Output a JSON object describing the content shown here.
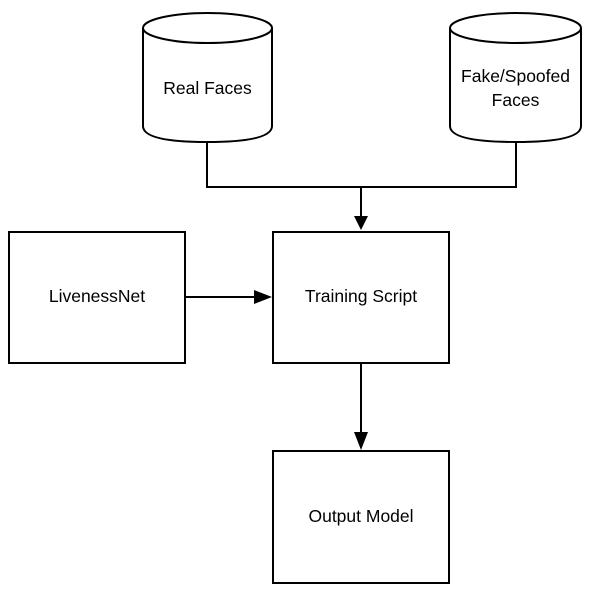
{
  "diagram": {
    "nodes": {
      "real_faces": {
        "label": "Real Faces",
        "shape": "cylinder"
      },
      "fake_faces": {
        "label_line1": "Fake/Spoofed",
        "label_line2": "Faces",
        "shape": "cylinder"
      },
      "livenessnet": {
        "label": "LivenessNet",
        "shape": "rectangle"
      },
      "training_script": {
        "label": "Training Script",
        "shape": "rectangle"
      },
      "output_model": {
        "label": "Output Model",
        "shape": "rectangle"
      }
    },
    "edges": [
      {
        "from": "real_faces",
        "to": "training_script"
      },
      {
        "from": "fake_faces",
        "to": "training_script"
      },
      {
        "from": "livenessnet",
        "to": "training_script"
      },
      {
        "from": "training_script",
        "to": "output_model"
      }
    ],
    "colors": {
      "stroke": "#000000",
      "fill": "#ffffff",
      "text": "#000000"
    }
  }
}
